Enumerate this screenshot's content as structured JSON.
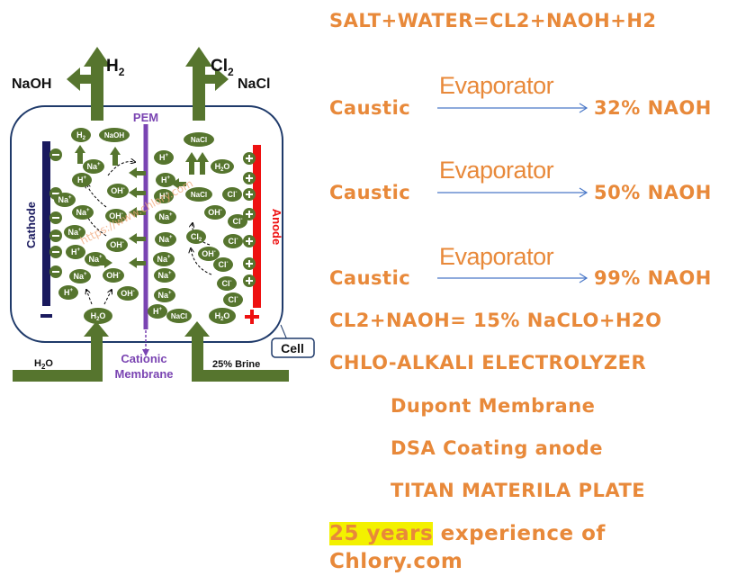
{
  "diagram": {
    "h2_out": "H",
    "h2_sub": "2",
    "cl2_out": "Cl",
    "cl2_sub": "2",
    "naoh_out": "NaOH",
    "nacl_out": "NaCl",
    "pem": "PEM",
    "cathode": "Cathode",
    "anode": "Anode",
    "cell": "Cell",
    "h2o_in": "H",
    "h2o_in_sub": "2",
    "h2o_in_end": "O",
    "brine_in": "25% Brine",
    "membrane_line1": "Cationic",
    "membrane_line2": "Membrane",
    "watermark": "https://www.chlory.com"
  },
  "equation": "SALT+WATER=CL2+NAOH+H2",
  "steps": [
    {
      "input": "Caustic",
      "process": "Evaporator",
      "output": "32% NAOH"
    },
    {
      "input": "Caustic",
      "process": "Evaporator",
      "output": "50% NAOH"
    },
    {
      "input": "Caustic",
      "process": "Evaporator",
      "output": "99% NAOH"
    }
  ],
  "hypochlorite": "CL2+NAOH= 15% NaCLO+H2O",
  "product_title": "CHLO-ALKALI ELECTROLYZER",
  "features": [
    "Dupont Membrane",
    "DSA Coating anode",
    "TITAN MATERILA PLATE"
  ],
  "experience": {
    "highlight": "25 years",
    "rest": " experience of",
    "site": "Chlory.com"
  },
  "colors": {
    "orange": "#e8893a",
    "green": "#56752e",
    "cathode": "#1a1a5e",
    "anode": "#ee1111",
    "membrane": "#7a44b2",
    "highlight": "#f3f100",
    "arrow": "#4a78c8"
  }
}
